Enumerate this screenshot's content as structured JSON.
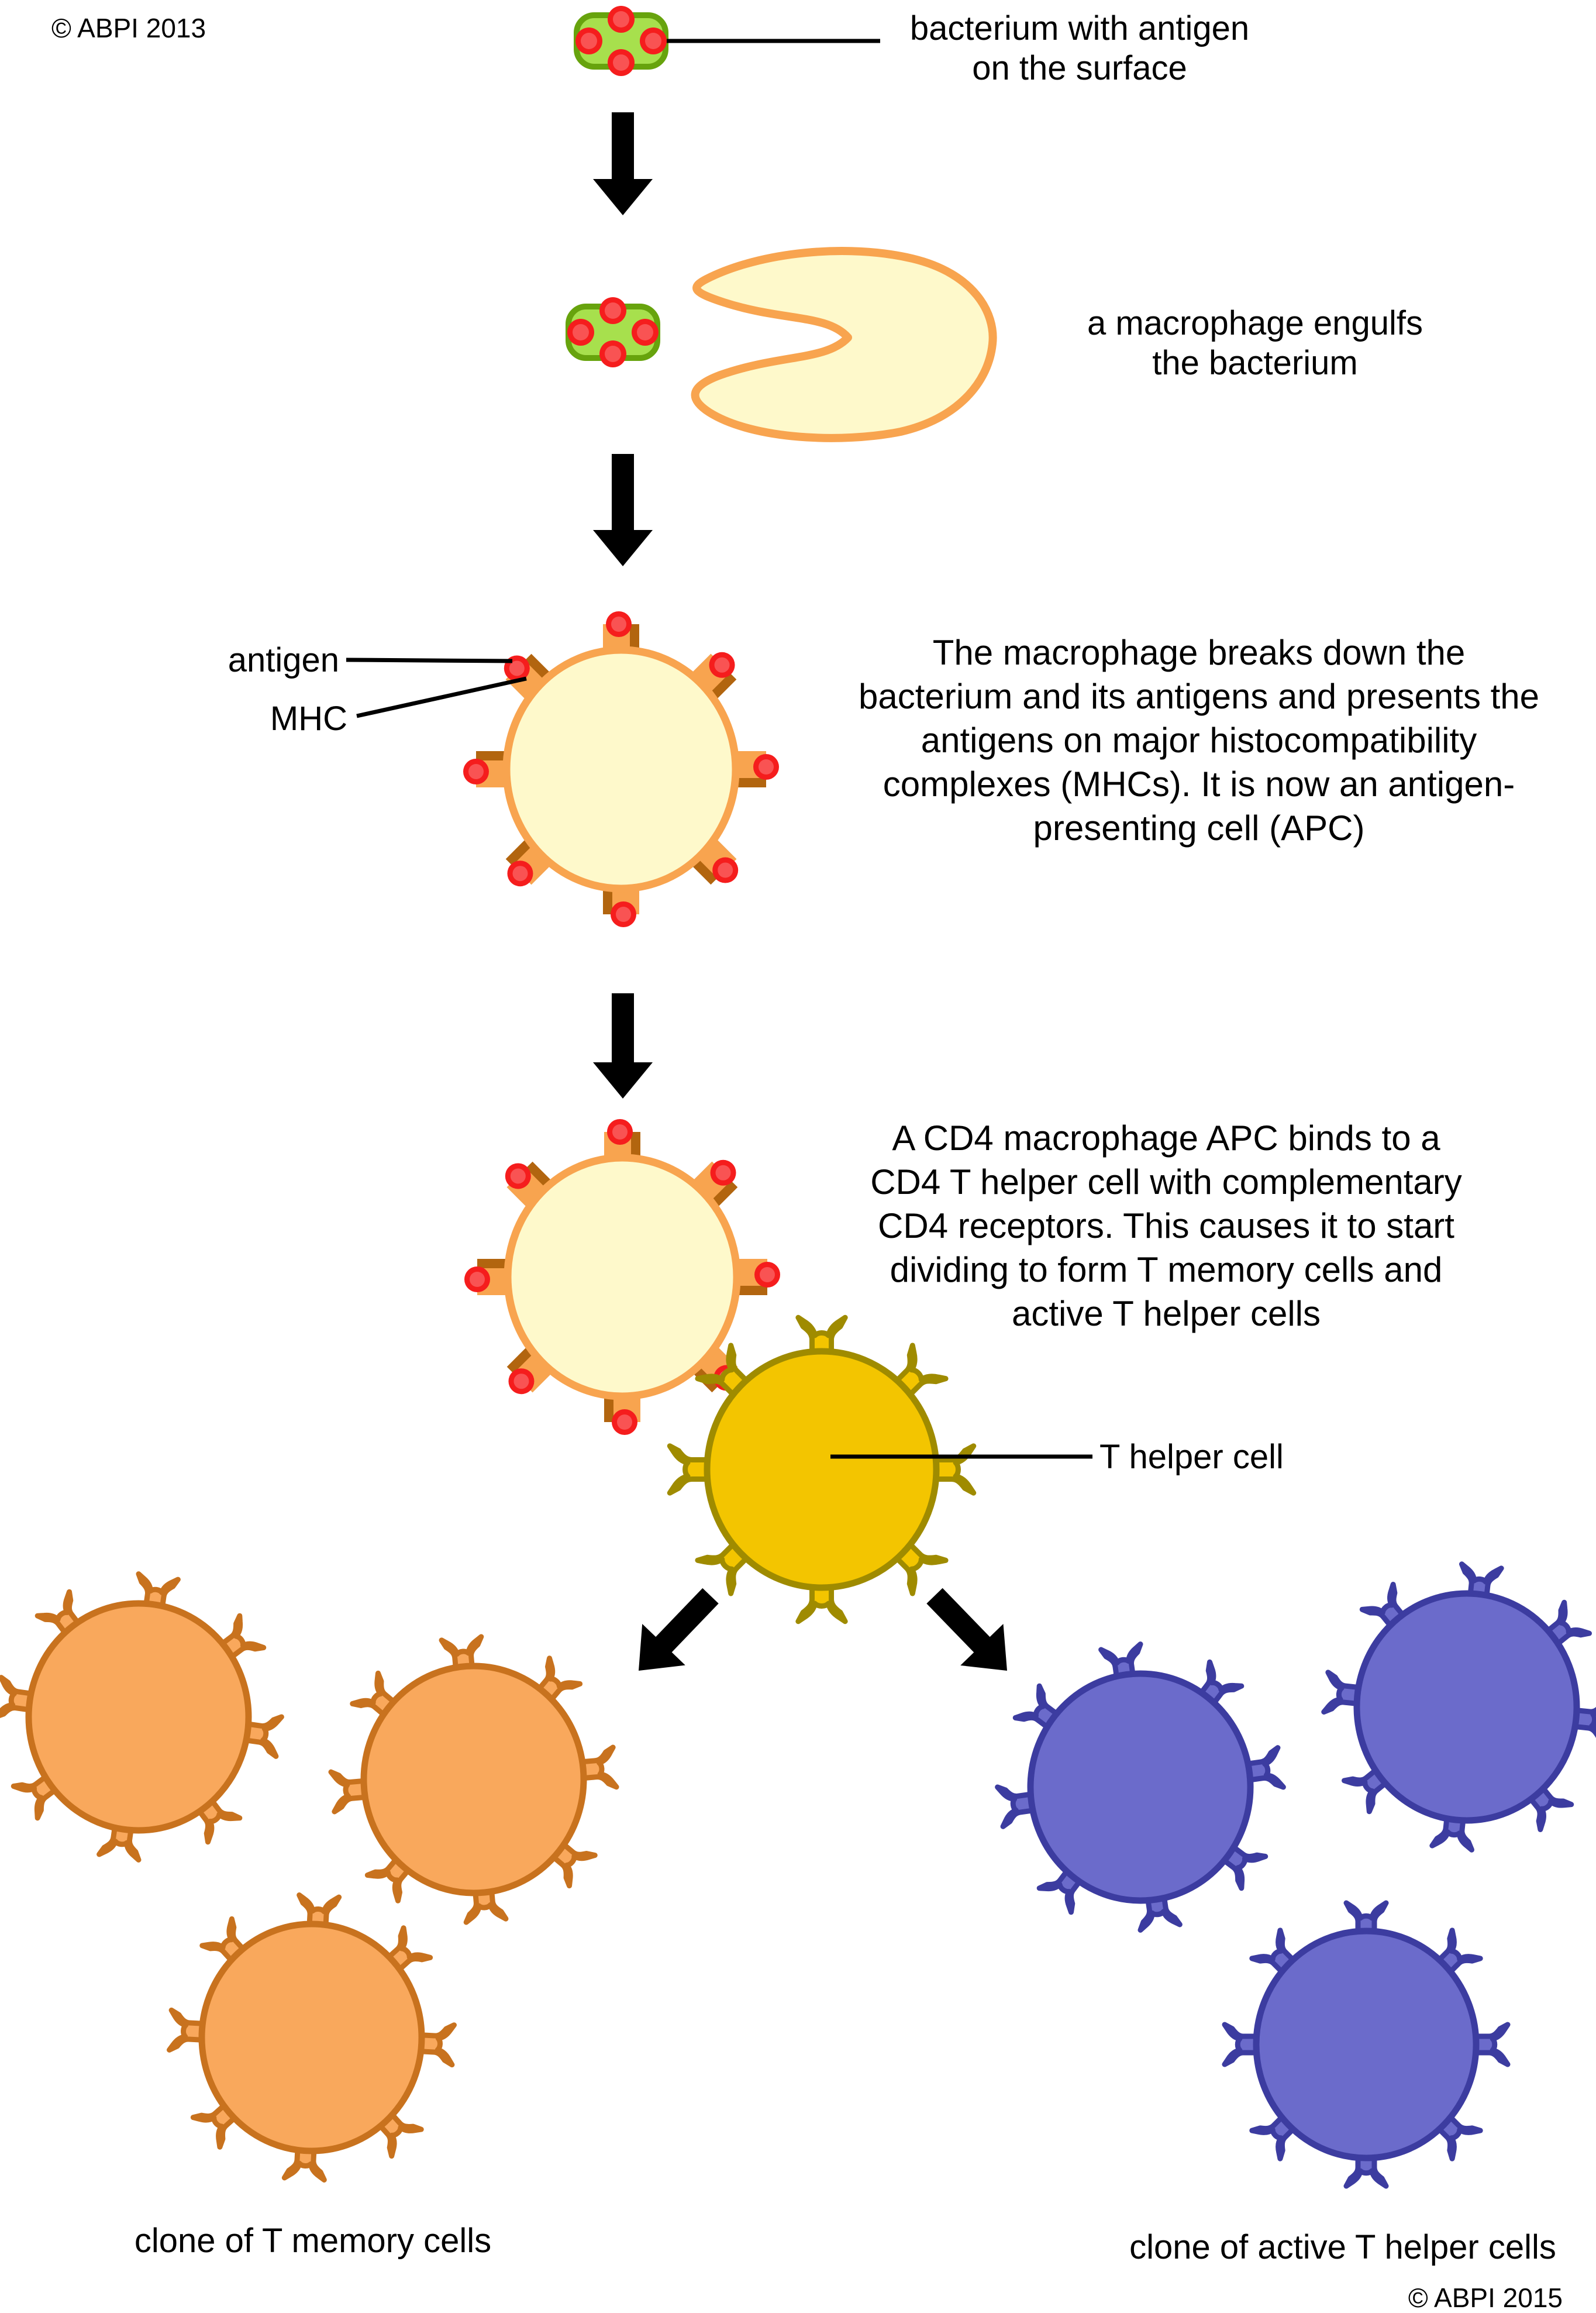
{
  "labels": {
    "copyright_top": "© ABPI 2013",
    "copyright_bottom": "© ABPI 2015",
    "bacterium_line1": "bacterium with antigen",
    "bacterium_line2": "on the surface",
    "macrophage_line1": "a macrophage engulfs",
    "macrophage_line2": "the bacterium",
    "antigen": "antigen",
    "mhc": "MHC",
    "apc_text_line1": "The macrophage breaks down the",
    "apc_text_line2": "bacterium and its antigens and presents the",
    "apc_text_line3": "antigens on major histocompatibility",
    "apc_text_line4": "complexes (MHCs). It is now an antigen-",
    "apc_text_line5": "presenting cell (APC)",
    "cd4_text_line1": "A CD4 macrophage APC binds to a",
    "cd4_text_line2": "CD4 T helper cell with complementary",
    "cd4_text_line3": "CD4 receptors. This causes it to start",
    "cd4_text_line4": "dividing to form T memory cells and",
    "cd4_text_line5": "active T helper cells",
    "t_helper": "T helper cell",
    "clone_memory": "clone of T memory cells",
    "clone_active": "clone of active T helper cells"
  },
  "colors": {
    "background": "#ffffff",
    "ink": "#000000",
    "arrow": "#000000",
    "bacterium_fill": "#a7e04d",
    "bacterium_border": "#67a30d",
    "antigen_fill": "#f51d1d",
    "antigen_highlight": "#f95353",
    "apc_fill": "#fef9cb",
    "apc_border": "#f8a44f",
    "stub_fill": "#f8a44f",
    "stub_shadow": "#b2650f",
    "t_helper_fill": "#f3c500",
    "t_helper_border": "#9f8b00",
    "memory_fill": "#f9a85c",
    "memory_border": "#c8721e",
    "active_fill": "#6b6bcb",
    "active_border": "#3c3ca0"
  }
}
